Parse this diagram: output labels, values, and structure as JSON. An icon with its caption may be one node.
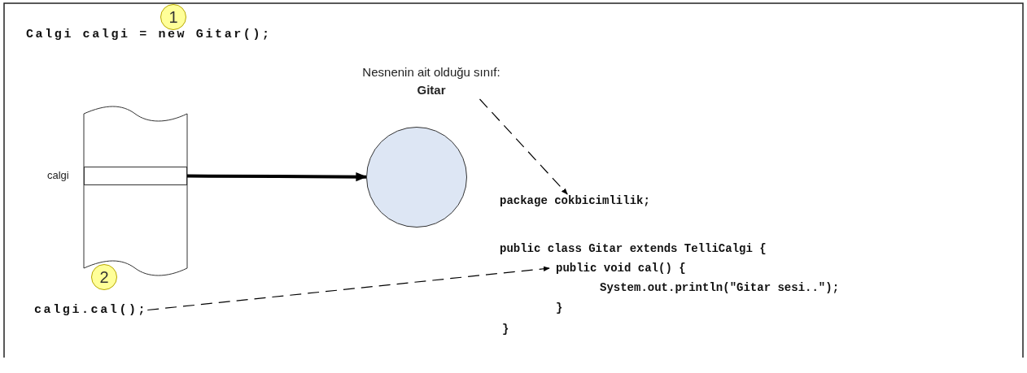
{
  "diagram": {
    "nodes": [
      {
        "text": [],
        "shape": "box",
        "beside": [
          "calgi"
        ]
      },
      {
        "text": [],
        "shape": "circle"
      },
      {
        "text": [
          "Nesnenin ait olduğu sınıf: **Gitar**"
        ]
      },
      {
        "text": [
          "package cokbicimlilik;"
        ]
      },
      {
        "text": [
          "calgi.cal();"
        ]
      },
      {
        "text": [
          "public void cal() {"
        ]
      }
    ],
    "edges": [
      {
        "from": 0,
        "to": 1,
        "arrow": "to",
        "style": "thick"
      },
      {
        "from": 2,
        "to": 3,
        "arrow": "to",
        "style": "dashed"
      },
      {
        "from": 4,
        "to": 5,
        "arrow": "to",
        "style": "dashed"
      }
    ],
    "labels": [
      "1",
      "Calgi calgi = new Gitar();",
      "public class Gitar extends TelliCalgi {",
      "2",
      "System.out.println(\"Gitar sesi..\");",
      "}",
      "}"
    ]
  }
}
